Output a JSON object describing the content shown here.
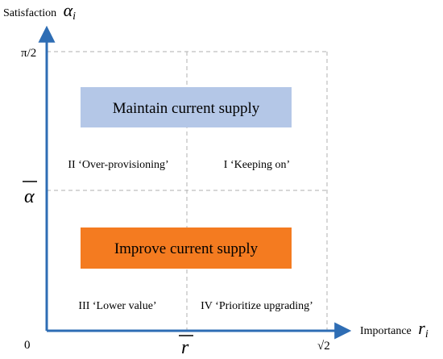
{
  "axes": {
    "y_label_text": "Satisfaction",
    "y_label_symbol": "α",
    "y_label_sub": "i",
    "x_label_text": "Importance",
    "x_label_symbol": "r",
    "x_label_sub": "i",
    "origin": "0",
    "y_top_tick": "π/2",
    "y_mid_tick": "α",
    "x_mid_tick": "r",
    "x_end_tick": "√2"
  },
  "boxes": {
    "maintain": {
      "label": "Maintain current supply",
      "color": "#b4c7e7"
    },
    "improve": {
      "label": "Improve current supply",
      "color": "#f47b20"
    }
  },
  "quadrants": {
    "q2": "II ‘Over-provisioning’",
    "q1": "I ‘Keeping on’",
    "q3": "III ‘Lower value’",
    "q4": "IV ‘Prioritize upgrading’"
  },
  "colors": {
    "axis": "#2e6db4",
    "grid": "#bfbfbf"
  }
}
